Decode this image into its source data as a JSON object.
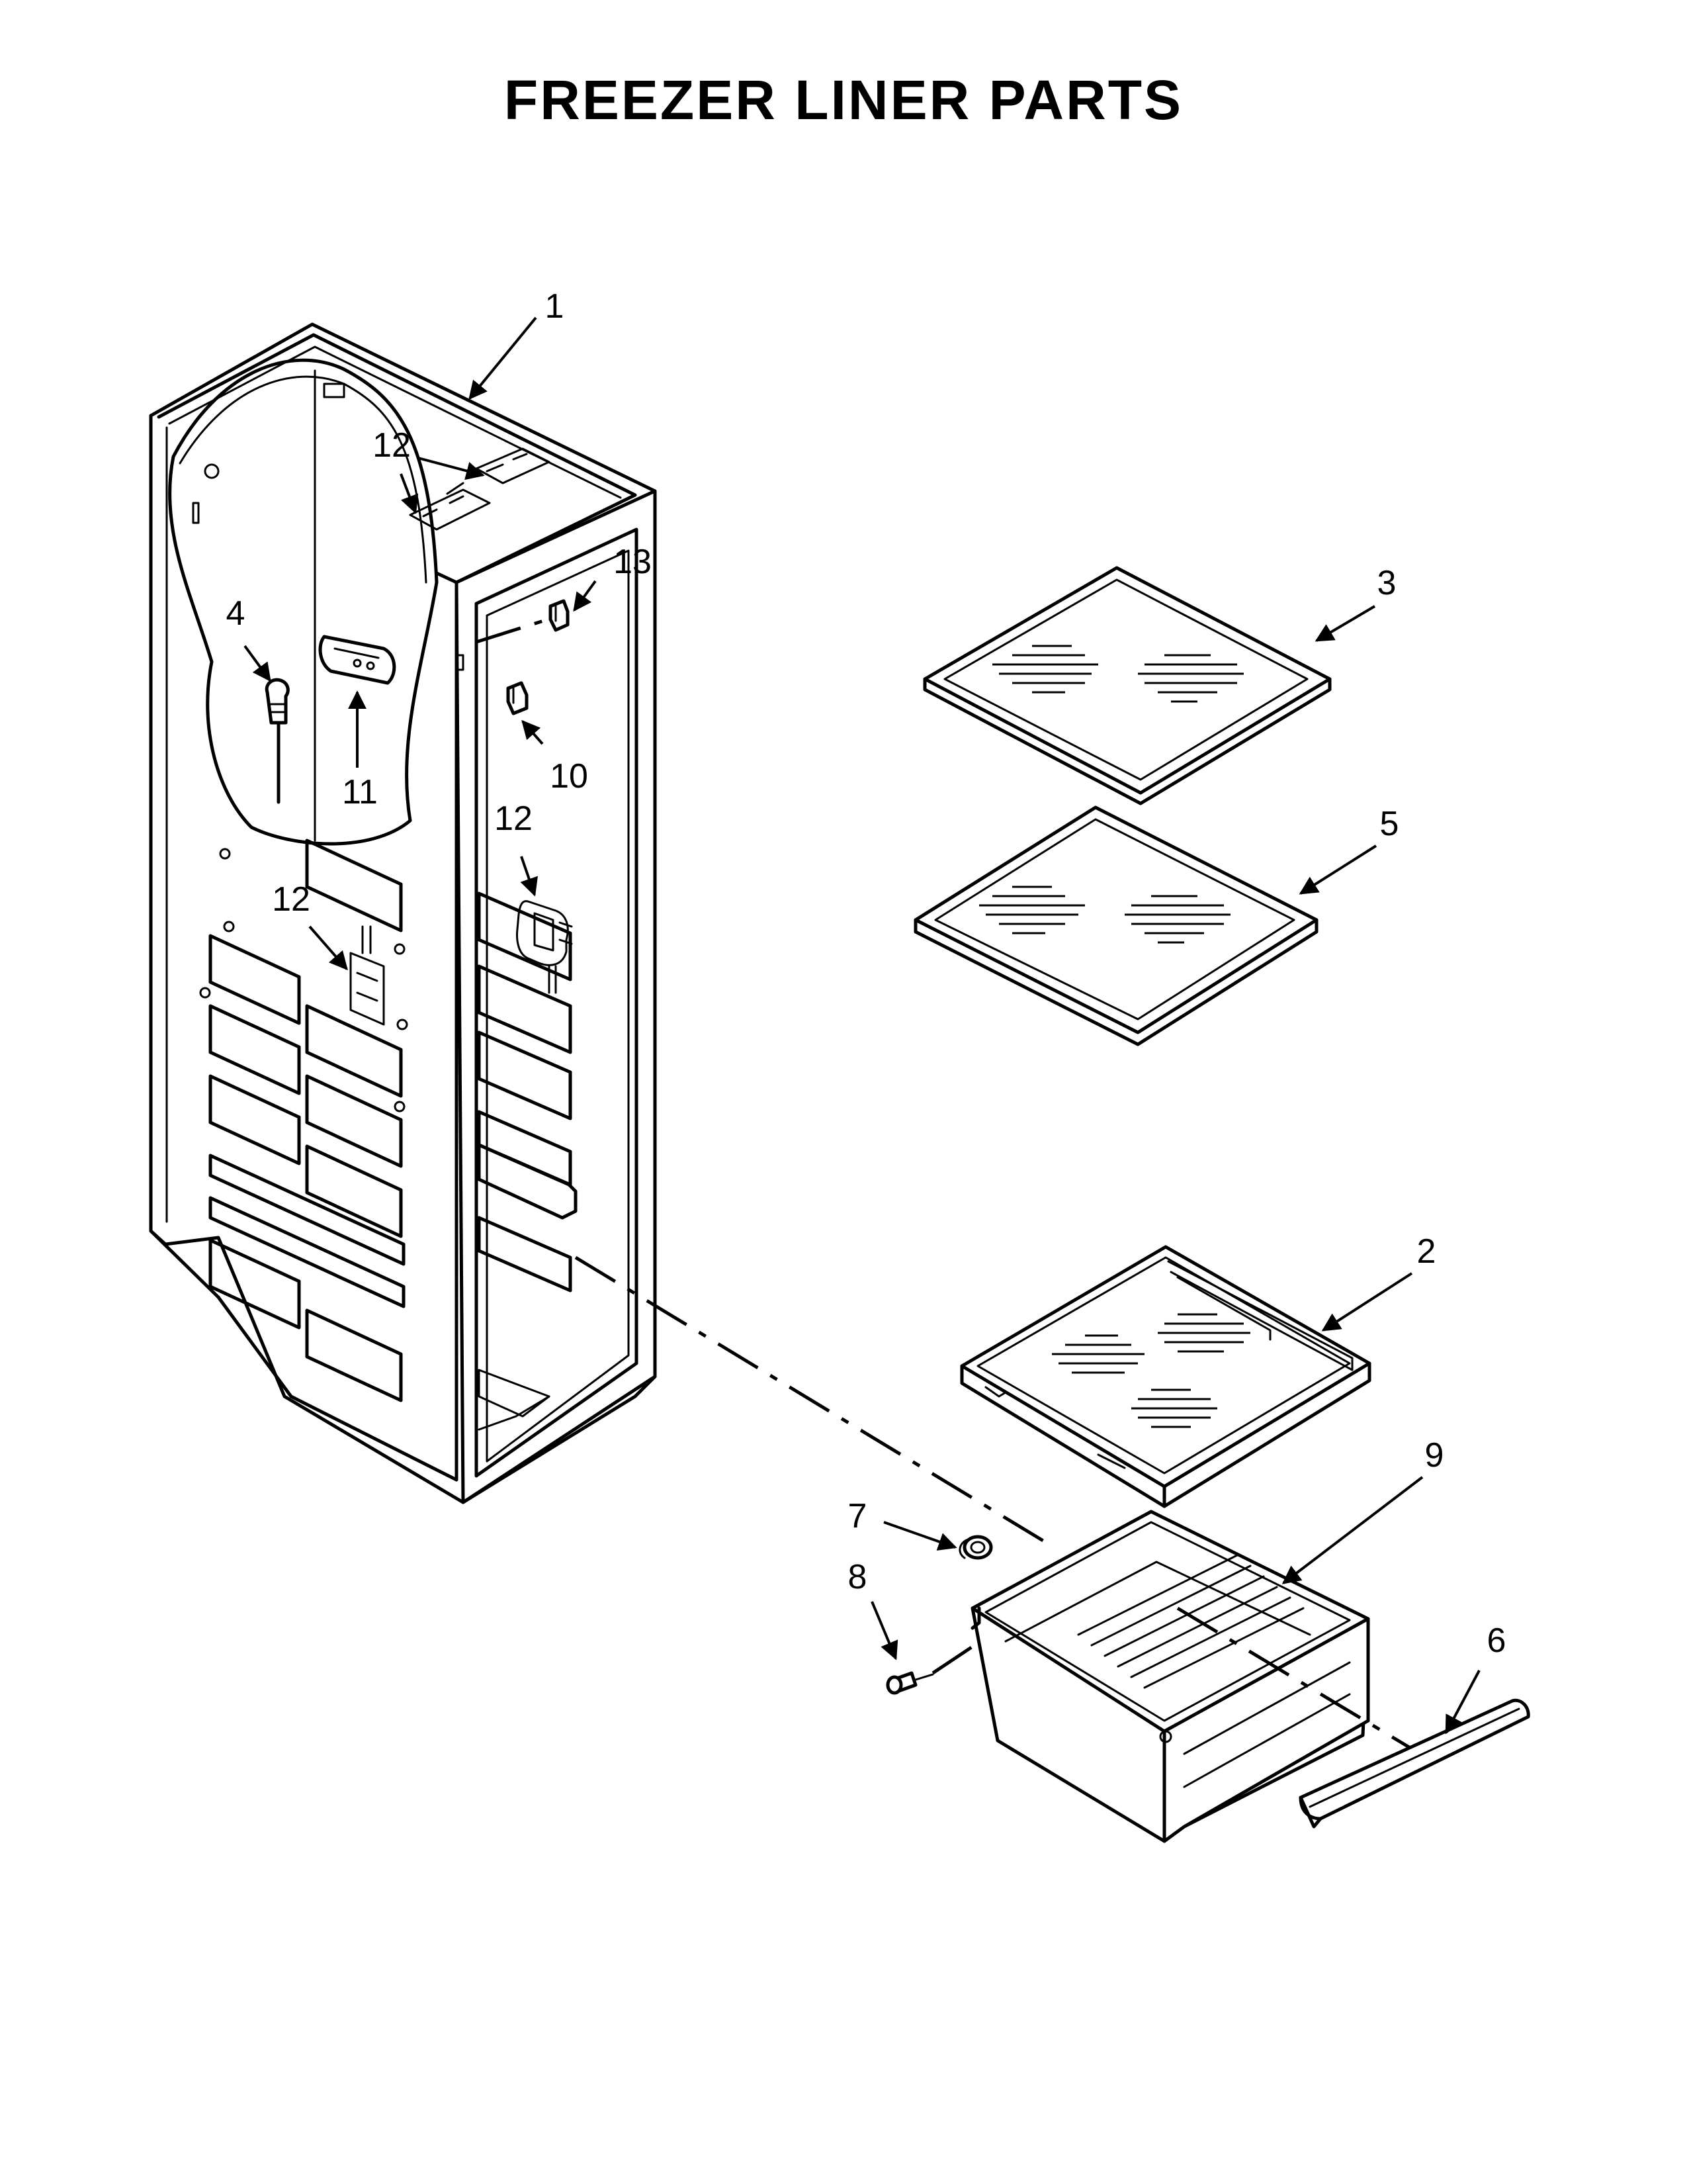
{
  "title": "FREEZER LINER PARTS",
  "callouts": {
    "c1": "1",
    "c2": "2",
    "c3": "3",
    "c4": "4",
    "c5": "5",
    "c6": "6",
    "c7": "7",
    "c8": "8",
    "c9": "9",
    "c10": "10",
    "c11": "11",
    "c12a": "12",
    "c12b": "12",
    "c12c": "12",
    "c13": "13"
  }
}
